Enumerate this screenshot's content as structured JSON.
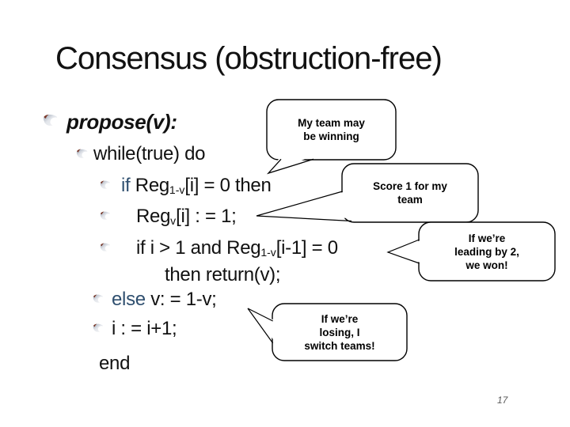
{
  "slide": {
    "title": "Consensus (obstruction-free)",
    "page_number": "17"
  },
  "colors": {
    "keyword_blue": "#2f4f6f",
    "text": "#111111",
    "bullet_body_light": "#e3e6eb",
    "bullet_body_dark": "#9aa3b2",
    "bullet_tip": "#7b3a2a",
    "callout_border": "#000000",
    "callout_fill": "#ffffff",
    "page_number_gray": "#5a5a5a"
  },
  "code": {
    "lines": [
      {
        "segments": [
          {
            "t": "propose(v):"
          }
        ]
      },
      {
        "segments": [
          {
            "t": "while(true) do"
          }
        ]
      },
      {
        "segments": [
          {
            "t": "if ",
            "k": 1
          },
          {
            "t": "Reg"
          },
          {
            "t": "1-v",
            "s": 1
          },
          {
            "t": "[i] = 0 then"
          }
        ]
      },
      {
        "segments": [
          {
            "t": "Reg"
          },
          {
            "t": "v",
            "s": 1
          },
          {
            "t": "[i] : = 1;"
          }
        ]
      },
      {
        "segments": [
          {
            "t": "if i > 1 and Reg"
          },
          {
            "t": "1-v",
            "s": 1
          },
          {
            "t": "[i-1] = 0"
          }
        ]
      },
      {
        "segments": [
          {
            "t": "then return(v);"
          }
        ]
      },
      {
        "segments": [
          {
            "t": "else ",
            "k": 1
          },
          {
            "t": "v: = 1-v;"
          }
        ]
      },
      {
        "segments": [
          {
            "t": "i : = i+1;"
          }
        ]
      },
      {
        "segments": [
          {
            "t": "end"
          }
        ]
      }
    ]
  },
  "callouts": [
    {
      "lines": [
        "My team may",
        "be winning"
      ]
    },
    {
      "lines": [
        "Score 1 for my",
        "team"
      ]
    },
    {
      "lines": [
        "If we’re",
        "leading by 2,",
        "we won!"
      ]
    },
    {
      "lines": [
        "If we’re",
        "losing, I",
        "switch teams!"
      ]
    }
  ]
}
